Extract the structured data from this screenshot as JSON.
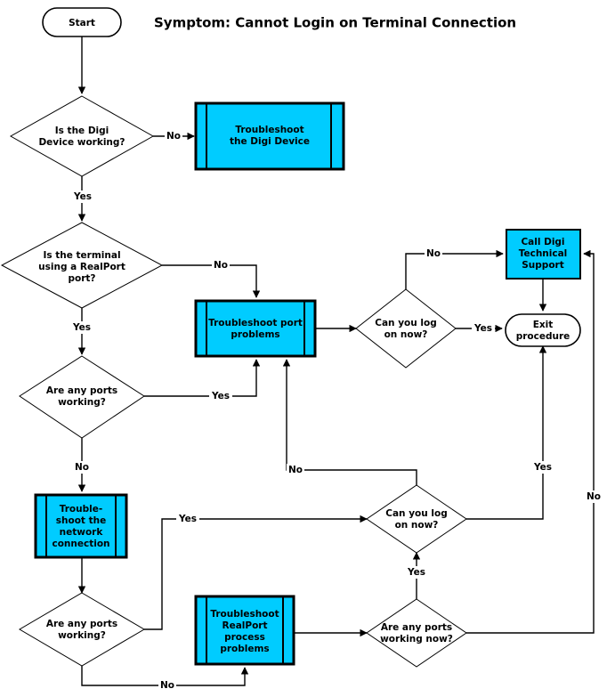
{
  "title": "Symptom: Cannot Login on Terminal Connection",
  "colors": {
    "process_fill": "#00ccff",
    "terminator_fill": "#ffffff",
    "line": "#000000",
    "text": "#000000",
    "background": "#ffffff"
  },
  "nodes": {
    "start": {
      "label": "Start",
      "type": "terminator"
    },
    "q_digi_working": {
      "label_line1": "Is the Digi",
      "label_line2": "Device working?",
      "type": "decision"
    },
    "ts_digi_device": {
      "label_line1": "Troubleshoot",
      "label_line2": "the Digi Device",
      "type": "predefined-process"
    },
    "q_realport": {
      "label_line1": "Is the terminal",
      "label_line2": "using a RealPort",
      "label_line3": "port?",
      "type": "decision"
    },
    "ts_port_problems": {
      "label_line1": "Troubleshoot port",
      "label_line2": "problems",
      "type": "predefined-process"
    },
    "q_ports_working_1": {
      "label_line1": "Are any ports",
      "label_line2": "working?",
      "type": "decision"
    },
    "q_logon_1": {
      "label_line1": "Can you log",
      "label_line2": "on now?",
      "type": "decision"
    },
    "call_support": {
      "label_line1": "Call Digi",
      "label_line2": "Technical",
      "label_line3": "Support",
      "type": "process"
    },
    "exit_procedure": {
      "label_line1": "Exit",
      "label_line2": "procedure",
      "type": "terminator"
    },
    "ts_network": {
      "label_line1": "Trouble-",
      "label_line2": "shoot the",
      "label_line3": "network",
      "label_line4": "connection",
      "type": "predefined-process"
    },
    "q_ports_working_2": {
      "label_line1": "Are any ports",
      "label_line2": "working?",
      "type": "decision"
    },
    "q_logon_2": {
      "label_line1": "Can you log",
      "label_line2": "on now?",
      "type": "decision"
    },
    "ts_realport": {
      "label_line1": "Troubleshoot",
      "label_line2": "RealPort",
      "label_line3": "process",
      "label_line4": "problems",
      "type": "predefined-process"
    },
    "q_ports_working_now": {
      "label_line1": "Are any ports",
      "label_line2": "working now?",
      "type": "decision"
    }
  },
  "edge_labels": {
    "digi_no": "No",
    "digi_yes": "Yes",
    "realport_no": "No",
    "realport_yes": "Yes",
    "ports1_yes": "Yes",
    "ports1_no": "No",
    "logon1_no": "No",
    "logon1_yes": "Yes",
    "logon2_no": "No",
    "ports2_yes": "Yes",
    "ports2_no": "No",
    "logon2_yes_up": "Yes",
    "portsnow_yes": "Yes",
    "portsnow_no": "No"
  }
}
